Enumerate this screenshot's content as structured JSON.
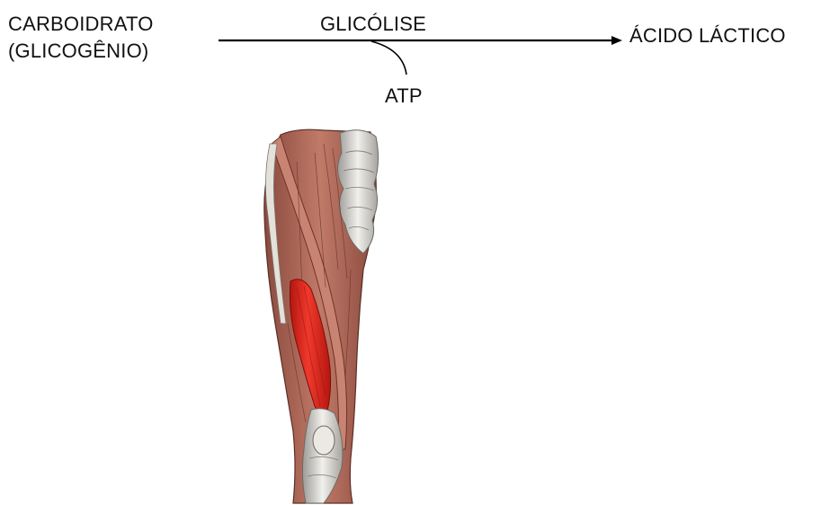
{
  "diagram": {
    "input_line1": "CARBOIDRATO",
    "input_line2": "(GLICOGÊNIO)",
    "process": "GLICÓLISE",
    "output": "ÁCIDO LÁCTICO",
    "byproduct": "ATP"
  },
  "illustration": {
    "subject": "thigh-muscle-anatomy",
    "highlight_color": "#e0261c",
    "muscle_color": "#b86b5c",
    "tendon_color": "#d9d6d0"
  }
}
